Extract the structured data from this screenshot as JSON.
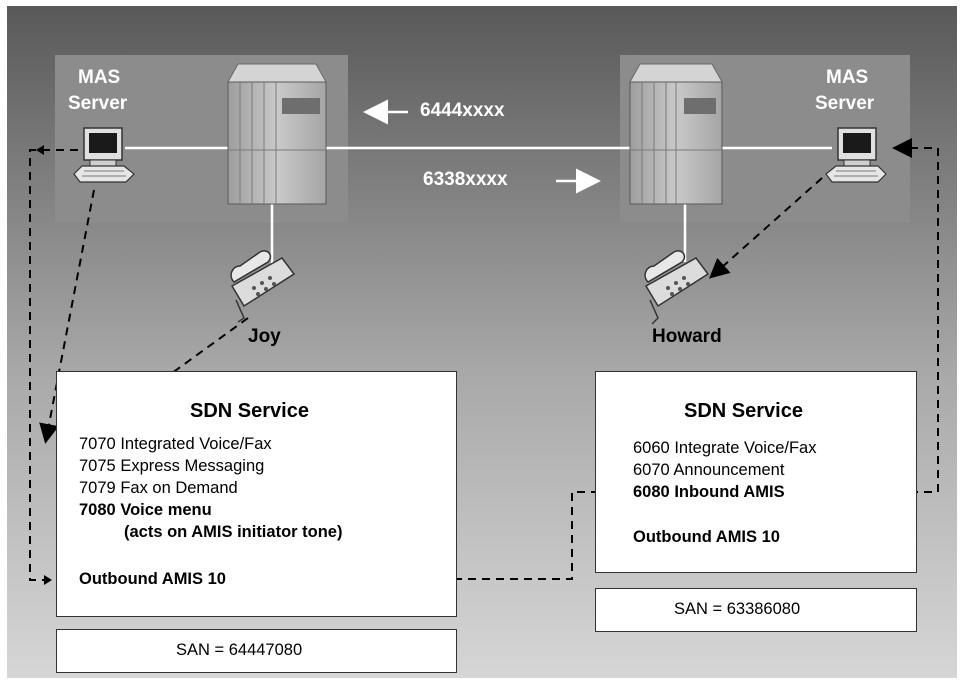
{
  "left_site": {
    "server_label_line1": "MAS",
    "server_label_line2": "Server",
    "phone_user": "Joy",
    "service": {
      "title": "SDN Service",
      "items": [
        {
          "code": "7070",
          "text": "Integrated Voice/Fax",
          "bold": false
        },
        {
          "code": "7075",
          "text": "Express Messaging",
          "bold": false
        },
        {
          "code": "7079",
          "text": "Fax on Demand",
          "bold": false
        },
        {
          "code": "7080",
          "text": "Voice menu",
          "bold": true
        },
        {
          "code": "",
          "text": "(acts on AMIS initiator tone)",
          "bold": true
        }
      ],
      "outbound": "Outbound AMIS 10"
    },
    "san": "SAN = 64447080"
  },
  "right_site": {
    "server_label_line1": "MAS",
    "server_label_line2": "Server",
    "phone_user": "Howard",
    "service": {
      "title": "SDN Service",
      "items": [
        {
          "code": "6060",
          "text": "Integrate Voice/Fax",
          "bold": false
        },
        {
          "code": "6070",
          "text": "Announcement",
          "bold": false
        },
        {
          "code": "6080",
          "text": "Inbound AMIS",
          "bold": true
        }
      ],
      "outbound": "Outbound AMIS 10"
    },
    "san": "SAN = 63386080"
  },
  "trunk": {
    "incoming_label": "6444xxxx",
    "outgoing_label": "6338xxxx"
  },
  "colors": {
    "background_top": "#5e5e5e",
    "background_bottom": "#d2d2d2",
    "site_panel": "#8a8a8a",
    "pbx_cabinet": "#bdbdbd",
    "line_white": "#ffffff",
    "dashed": "#000000"
  }
}
